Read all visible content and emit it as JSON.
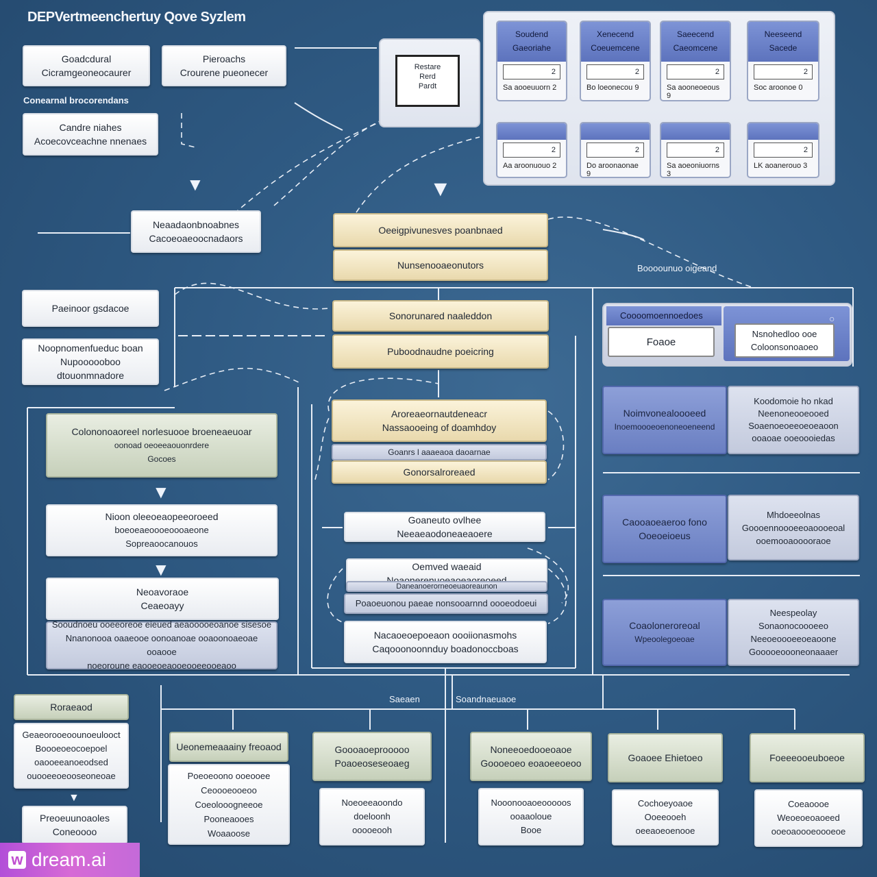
{
  "title": "DEPVertmeenchertuy Qove Syzlem",
  "top_left": {
    "box1": [
      "Goadcdural",
      "Cicramgeoneocaurer"
    ],
    "box2": [
      "Pieroachs",
      "Crourene pueonecer"
    ],
    "label": "Conearnal brocorendans",
    "box3": [
      "Candre niahes",
      "Acoecovceachne nnenaes"
    ]
  },
  "monitor": {
    "lines": [
      "Restare",
      "Rerd",
      "Pardt"
    ]
  },
  "cards_top": [
    {
      "head": [
        "Soudend",
        "Gaeoriahe"
      ],
      "bar": "2",
      "val": "Sa aooeuuorn 2"
    },
    {
      "head": [
        "Xenecend",
        "Coeuemcene"
      ],
      "bar": "2",
      "val": "Bo loeonecou 9"
    },
    {
      "head": [
        "Saeecend",
        "Caeomcene"
      ],
      "bar": "2",
      "val": "Sa aooneoeous 9"
    },
    {
      "head": [
        "Neeseend",
        "Sacede"
      ],
      "bar": "2",
      "val": "Soc aroonoe 0"
    }
  ],
  "cards_bottom": [
    {
      "bar": "2",
      "val": "Aa aroonuouo 2"
    },
    {
      "bar": "2",
      "val": "Do aroonaonae 9"
    },
    {
      "bar": "2",
      "val": "Sa aoeoniuorns 3"
    },
    {
      "bar": "2",
      "val": "LK aoanerouo 3"
    }
  ],
  "left_mid": {
    "box": [
      "Neaadaonbnoabnes",
      "Cacoeoaeoocnadaors"
    ],
    "pa_box": "Paeinoor gsdacoe",
    "np_box": [
      "Noopnomenfueduc boan",
      "Nupoooooboo dtouonmnadore"
    ]
  },
  "center": {
    "c1": "Oeeigpivunesves poanbnaed",
    "c2": "Nunsenooaeonutors",
    "c3": "Sonorunared naaleddon",
    "c4": "Puboodnaudne poeicring",
    "c5": [
      "Aroreaeornautdeneacr",
      "Nassaooeing of doamhdoy"
    ],
    "c6": "Goanrs l aaaeaoa daoarnae",
    "c7": "Gonorsalroreaed",
    "c8": [
      "Goaneuto ovlhee",
      "Neeaeaodoneaeaoere"
    ],
    "c9": "Oemved waeaid Noaonerenuoeaoeaoreoeed",
    "c10": "Daneanoerorneoeuaoreaunon",
    "c11": "Poaoeuonou paeae nonsooarnnd oooeodoeui",
    "c12": [
      "Nacaoeoepoeaon oooiionasmohs",
      "Caqooonoonnduy boadonoccboas"
    ]
  },
  "right_label": "Boooounuo oigeand",
  "right_top": {
    "head": "Coooomoennoedoes",
    "box1": "Foaoe",
    "box2": [
      "Nsnohedloo ooe",
      "Coloonsonoaoeo"
    ]
  },
  "right_rows": [
    {
      "left": [
        "Noimvonealoooeed",
        "Inoemoooeoenoneoeneend"
      ],
      "right": [
        "Koodomoie ho nkad",
        "Neenoneooeooed",
        "Soaenoeoeeoeoeaoon",
        "ooaoae ooeoooiedas"
      ]
    },
    {
      "left": [
        "Caooaoeaeroo fono",
        "Ooeoeioeus"
      ],
      "right": [
        "Mhdoeeolnas",
        "Goooennoooeeoaoooeoal",
        "ooemooaooooraoe"
      ]
    },
    {
      "left": [
        "Coaoloneroreoal",
        "Wpeoolegoeoae"
      ],
      "right": [
        "Neespeolay",
        "Sonaonocoooeeo",
        "Neeoeoooeeoeaoone",
        "Gooooeoooneonaaaer"
      ]
    }
  ],
  "left_stack": {
    "s1": [
      "Colononoaoreel norlesuooe broeneaeuoar",
      "oonoad oeoeeaouonrdere",
      "Gocoes"
    ],
    "s2": [
      "Nioon oleeoeaopeeoroeed",
      "boeoeaeoooeoooaeone",
      "Sopreaoocanouos"
    ],
    "s3": [
      "Neoavoraoe",
      "Ceaeoayy"
    ],
    "s4": [
      "Sooudnoeu ooeeoreoe eieued aeaooooeoanoe sisesoe",
      "Nnanonooa oaaeooe oonoanoae ooaoonoaeoae ooaooe",
      "noeoroune eaooeoeaooeooeeooeaoo"
    ]
  },
  "bottom": {
    "label_center1": "Saeaen",
    "label_center2": "Soandnaeuaoe",
    "left1": "Roraeaod",
    "left1_body": [
      "Geaeorooeoounoeulooct",
      "Boooeoeocoepoel",
      "oaooeeanoeodsed",
      "ouooeeoeooseoneoae"
    ],
    "left2": [
      "Preoeuunoaoles",
      "Coneoooo"
    ],
    "cols": [
      {
        "head": "Ueonemeaaainy freoaod",
        "body": [
          "Poeoeoono ooeooee",
          "Ceoooeooeoo",
          "Coeolooogneeoe",
          "Pooneaooes",
          "Woaaoose"
        ]
      },
      {
        "head": [
          "Goooaoeprooooo",
          "Poaoeoseseoaeg"
        ],
        "body": [
          "Noeoeeaoondo",
          "doeloonh",
          "ooooeooh"
        ]
      },
      {
        "head": [
          "Noneeoedooeoaoe",
          "Goooeoeo eoaoeeoeoo"
        ],
        "body": [
          "Nooonooaoeooooos",
          "ooaaoloue",
          "Booe"
        ]
      },
      {
        "head": "Goaoee Ehietoeo",
        "body": [
          "Cochoeyoaoe",
          "Ooeeooeh",
          "oeeaoeoenooe"
        ]
      },
      {
        "head": "Foeeeooeuboeoe",
        "body": [
          "Coeaoooe",
          "Weoeoeoaoeed",
          "ooeoaoooeoooeoe"
        ]
      }
    ]
  },
  "watermark": "dream.ai"
}
